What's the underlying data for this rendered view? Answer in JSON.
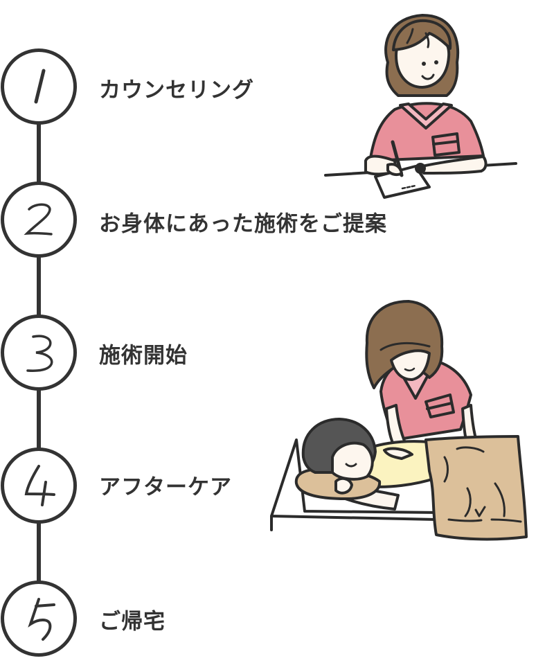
{
  "steps": [
    {
      "number": "1",
      "label": "カウンセリング"
    },
    {
      "number": "2",
      "label": "お身体にあった施術をご提案"
    },
    {
      "number": "3",
      "label": "施術開始"
    },
    {
      "number": "4",
      "label": "アフターケア"
    },
    {
      "number": "5",
      "label": "ご帰宅"
    }
  ],
  "colors": {
    "outline": "#2b2b2b",
    "text": "#333333",
    "hair_staff": "#8c6e50",
    "skin": "#fdf6ee",
    "uniform": "#e8909a",
    "collar": "#f4b8c0",
    "hair_patient": "#555555",
    "patient_shirt": "#fbf3c0",
    "pillow_blanket": "#dcc09a"
  },
  "illustrations": [
    {
      "name": "counseling-illustration",
      "icon": "staff-writing-notes"
    },
    {
      "name": "treatment-illustration",
      "icon": "staff-massaging-patient"
    }
  ]
}
